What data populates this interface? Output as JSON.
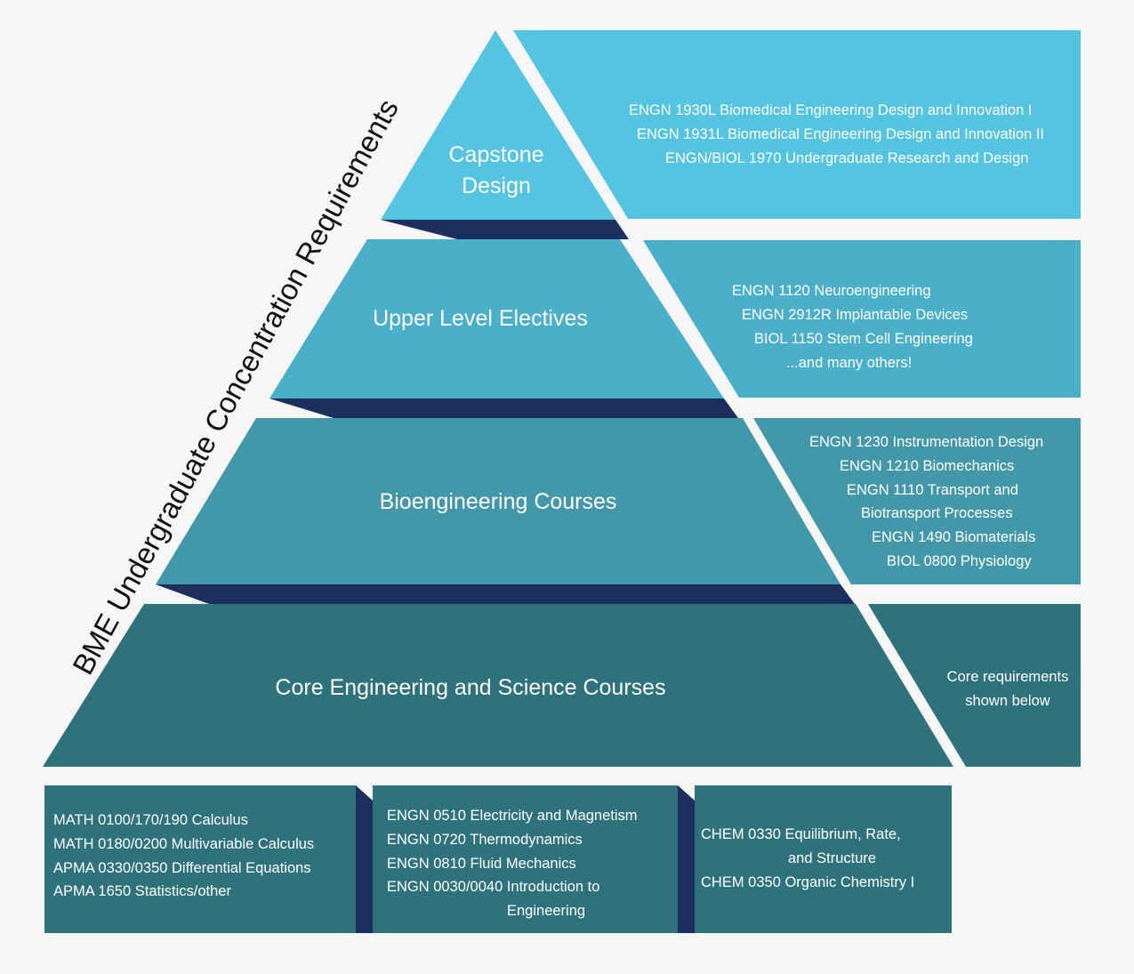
{
  "title": "BME Undergraduate Concentration Requirements",
  "colors": {
    "background": "#f6f6f4",
    "capstone": "#55c4e1",
    "electives": "#4aafc9",
    "bioengineering": "#4298a8",
    "core": "#2e727b",
    "shadow": "#1c2f5e",
    "text": "#ffffff"
  },
  "tiers": [
    {
      "id": "capstone",
      "label_lines": [
        "Capstone",
        "Design"
      ],
      "courses": [
        "ENGN 1930L Biomedical Engineering Design and Innovation I",
        "ENGN 1931L Biomedical Engineering Design and Innovation II",
        "ENGN/BIOL 1970 Undergraduate Research and Design"
      ]
    },
    {
      "id": "electives",
      "label_lines": [
        "Upper Level Electives"
      ],
      "courses": [
        "ENGN 1120 Neuroengineering",
        "ENGN 2912R Implantable Devices",
        "BIOL 1150 Stem Cell Engineering",
        "...and many others!"
      ]
    },
    {
      "id": "bioengineering",
      "label_lines": [
        "Bioengineering Courses"
      ],
      "courses": [
        "ENGN 1230 Instrumentation Design",
        "ENGN 1210 Biomechanics",
        "ENGN 1110 Transport and",
        "Biotransport Processes",
        "ENGN 1490 Biomaterials",
        "BIOL 0800 Physiology"
      ]
    },
    {
      "id": "core",
      "label_lines": [
        "Core Engineering and Science Courses"
      ],
      "courses": [
        "Core requirements",
        "shown below"
      ]
    }
  ],
  "core_boxes": [
    {
      "id": "math",
      "lines": [
        "MATH 0100/170/190 Calculus",
        "MATH 0180/0200 Multivariable Calculus",
        "APMA 0330/0350 Differential Equations",
        "APMA 1650 Statistics/other"
      ]
    },
    {
      "id": "engineering",
      "lines": [
        "ENGN 0510 Electricity and Magnetism",
        "ENGN 0720 Thermodynamics",
        "ENGN 0810 Fluid Mechanics",
        "ENGN 0030/0040 Introduction to",
        "Engineering"
      ]
    },
    {
      "id": "chemistry",
      "lines": [
        "CHEM 0330 Equilibrium, Rate,",
        "and Structure",
        "CHEM 0350 Organic Chemistry I"
      ]
    }
  ]
}
